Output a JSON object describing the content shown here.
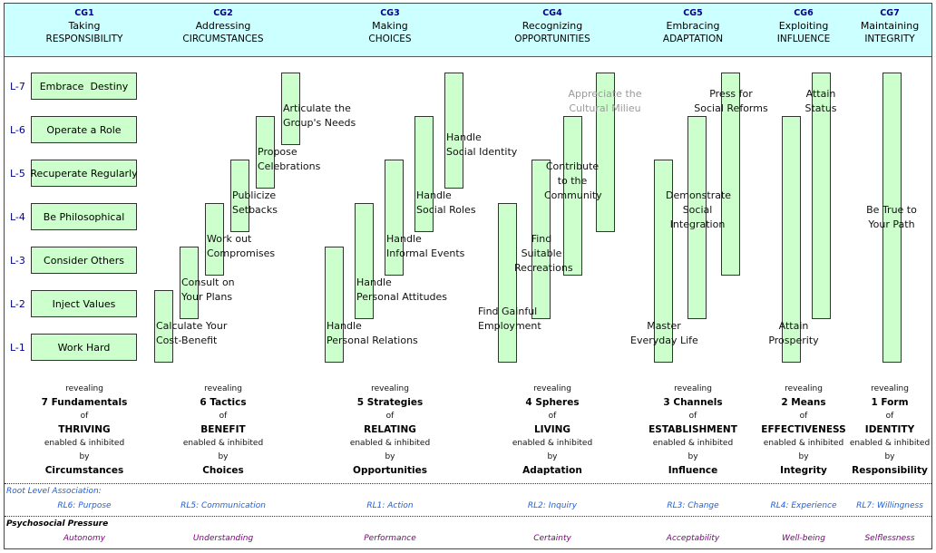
{
  "columns": [
    {
      "code": "CG1",
      "title1": "Taking",
      "title2": "RESPONSIBILITY",
      "count": "7 Fundamentals",
      "key": "THRIVING",
      "by": "Circumstances",
      "root": "RL6: Purpose",
      "pressure": "Autonomy"
    },
    {
      "code": "CG2",
      "title1": "Addressing",
      "title2": "CIRCUMSTANCES",
      "count": "6 Tactics",
      "key": "BENEFIT",
      "by": "Choices",
      "root": "RL5: Communication",
      "pressure": "Understanding"
    },
    {
      "code": "CG3",
      "title1": "Making",
      "title2": "CHOICES",
      "count": "5 Strategies",
      "key": "RELATING",
      "by": "Opportunities",
      "root": "RL1: Action",
      "pressure": "Performance"
    },
    {
      "code": "CG4",
      "title1": "Recognizing",
      "title2": "OPPORTUNITIES",
      "count": "4 Spheres",
      "key": "LIVING",
      "by": "Adaptation",
      "root": "RL2: Inquiry",
      "pressure": "Certainty"
    },
    {
      "code": "CG5",
      "title1": "Embracing",
      "title2": "ADAPTATION",
      "count": "3 Channels",
      "key": "ESTABLISHMENT",
      "by": "Influence",
      "root": "RL3: Change",
      "pressure": "Acceptability"
    },
    {
      "code": "CG6",
      "title1": "Exploiting",
      "title2": "INFLUENCE",
      "count": "2 Means",
      "key": "EFFECTIVENESS",
      "by": "Integrity",
      "root": "RL4: Experience",
      "pressure": "Well-being"
    },
    {
      "code": "CG7",
      "title1": "Maintaining",
      "title2": "INTEGRITY",
      "count": "1 Form",
      "key": "IDENTITY",
      "by": "Responsibility",
      "root": "RL7: Willingness",
      "pressure": "Selflessness"
    }
  ],
  "levels": [
    "L-7",
    "L-6",
    "L-5",
    "L-4",
    "L-3",
    "L-2",
    "L-1"
  ],
  "fundamentals": [
    "Embrace  Destiny",
    "Operate a Role",
    "Recuperate Regularly",
    "Be Philosophical",
    "Consider Others",
    "Inject Values",
    "Work Hard"
  ],
  "tactics": [
    {
      "line1": "Calculate Your",
      "line2": "Cost-Benefit"
    },
    {
      "line1": "Consult on",
      "line2": "Your Plans"
    },
    {
      "line1": "Work out",
      "line2": "Compromises"
    },
    {
      "line1": "Publicize",
      "line2": "Setbacks"
    },
    {
      "line1": "Propose",
      "line2": "Celebrations"
    },
    {
      "line1": "Articulate the",
      "line2": "Group's Needs"
    }
  ],
  "strategies": [
    {
      "line1": "Handle",
      "line2": "Personal Relations"
    },
    {
      "line1": "Handle",
      "line2": "Personal Attitudes"
    },
    {
      "line1": "Handle",
      "line2": "Informal Events"
    },
    {
      "line1": "Handle",
      "line2": "Social Roles"
    },
    {
      "line1": "Handle",
      "line2": "Social Identity"
    }
  ],
  "spheres": [
    {
      "line1": "Find Gainful",
      "line2": "Employment"
    },
    {
      "line1": "Find",
      "line2": "Suitable",
      "line3": "Recreations"
    },
    {
      "line1": "Contribute",
      "line2": "to the",
      "line3": "Community"
    },
    {
      "line1": "Appreciate the",
      "line2": "Cultural Milieu"
    }
  ],
  "channels": [
    {
      "line1": "Master",
      "line2": "Everyday Life"
    },
    {
      "line1": "Demonstrate",
      "line2": "Social",
      "line3": "Integration"
    },
    {
      "line1": "Press for",
      "line2": "Social Reforms"
    }
  ],
  "means": [
    {
      "line1": "Attain",
      "line2": "Prosperity"
    },
    {
      "line1": "Attain",
      "line2": "Status"
    }
  ],
  "form": {
    "line1": "Be True to",
    "line2": "Your Path"
  },
  "summary_words": {
    "revealing": "revealing",
    "of": "of",
    "enabled": "enabled & inhibited",
    "by": "by"
  },
  "root_title": "Root Level Association:",
  "pressure_title": "Psychosocial Pressure",
  "colors": {
    "header_bg": "#ccffff",
    "box_fill": "#ccffcc",
    "level_text": "#00008b",
    "root_text": "#1f5fd8",
    "pressure_text": "#800080"
  }
}
